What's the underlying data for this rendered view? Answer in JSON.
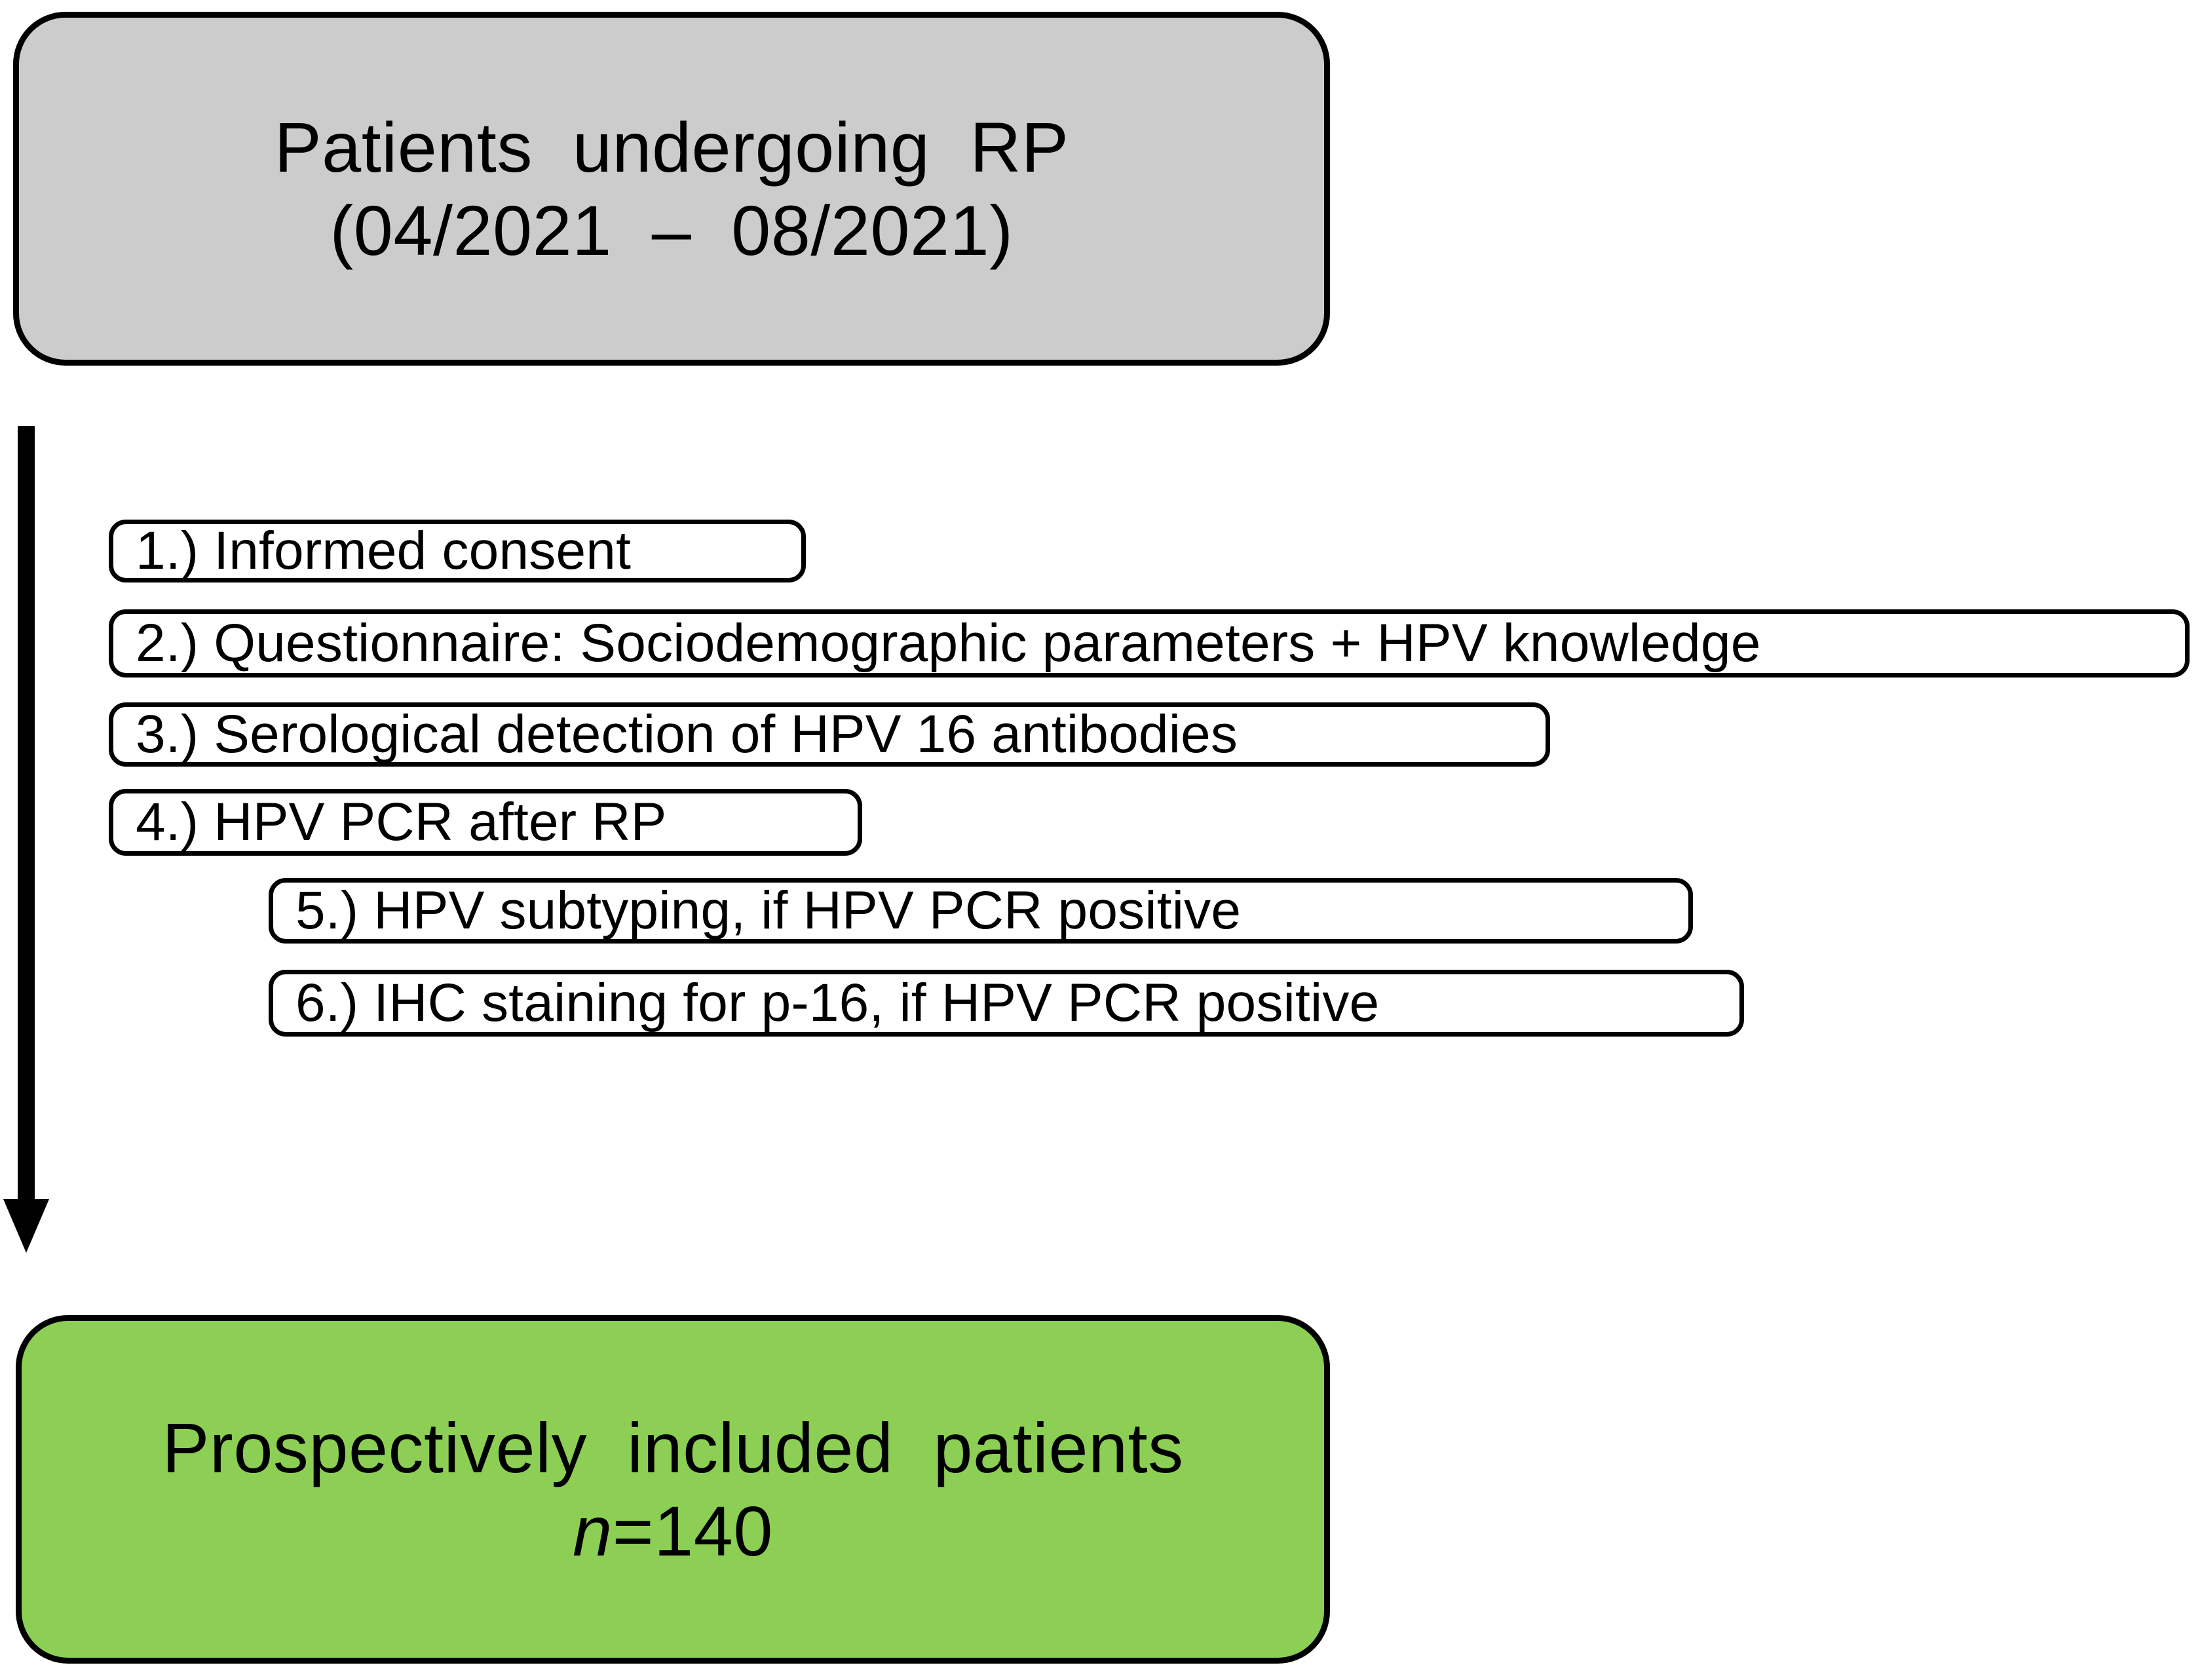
{
  "figure": {
    "type": "flowchart",
    "orientation": "vertical",
    "colors": {
      "start_box_fill": "#cccccc",
      "end_box_fill": "#8dcf54",
      "step_box_fill": "#ffffff",
      "outline": "#000000",
      "text": "#000000",
      "background": "#ffffff"
    }
  },
  "start_box": {
    "line1": "Patients  undergoing  RP",
    "line2": "(04/2021  –  08/2021)"
  },
  "arrow": {
    "icon": "down-arrow-icon",
    "direction": "down"
  },
  "steps": [
    {
      "number": "1.)",
      "label": "1.) Informed consent"
    },
    {
      "number": "2.)",
      "label": "2.) Questionnaire: Sociodemographic parameters + HPV knowledge"
    },
    {
      "number": "3.)",
      "label": "3.) Serological detection of HPV 16 antibodies"
    },
    {
      "number": "4.)",
      "label": "4.) HPV PCR after RP"
    },
    {
      "number": "5.)",
      "label": "5.) HPV subtyping, if HPV PCR positive"
    },
    {
      "number": "6.)",
      "label": "6.) IHC staining for p-16, if HPV PCR positive"
    }
  ],
  "end_box": {
    "line1": "Prospectively  included  patients",
    "n_symbol": "n",
    "n_value": "=140"
  }
}
